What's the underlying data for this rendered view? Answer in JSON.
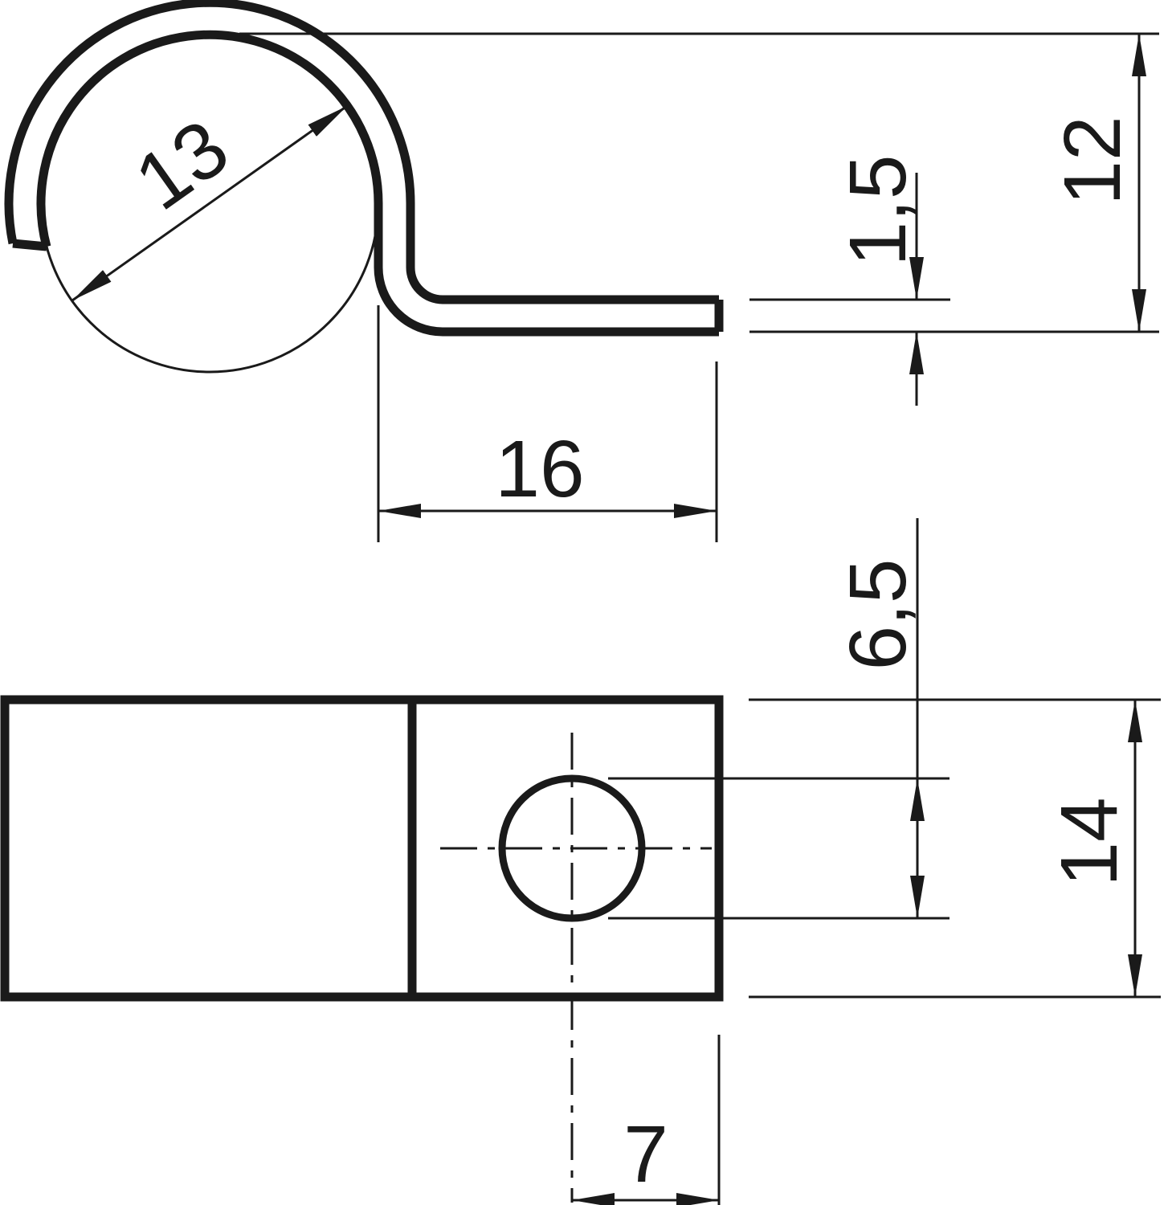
{
  "colors": {
    "ink": "#1a1a1a",
    "background": "#ffffff"
  },
  "views": {
    "side": {
      "dimensions": {
        "clamp_diameter": {
          "label": "13"
        },
        "total_height": {
          "label": "12"
        },
        "material_thickness": {
          "label": "1,5"
        },
        "foot_length": {
          "label": "16"
        }
      }
    },
    "plan": {
      "dimensions": {
        "hole_diameter": {
          "label": "6,5"
        },
        "strip_width": {
          "label": "14"
        },
        "hole_offset": {
          "label": "7"
        }
      }
    }
  }
}
